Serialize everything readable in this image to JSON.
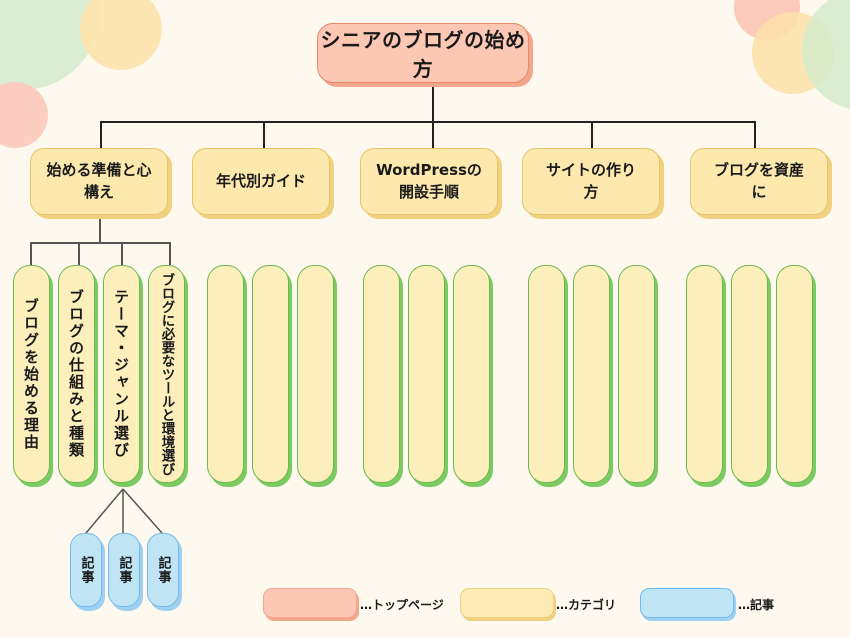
{
  "colors": {
    "background": "#fef9ef",
    "top_page": "#fcc7b3",
    "category": "#fde9ae",
    "article_group": "#fdefbb",
    "article": "#bfe5f4",
    "pill_border": "#6cb84f"
  },
  "top": {
    "label": "シニアのブログの始め方"
  },
  "categories": [
    {
      "label": "始める準備と心構え"
    },
    {
      "label": "年代別ガイド"
    },
    {
      "label": "WordPressの開設手順"
    },
    {
      "label": "サイトの作り方"
    },
    {
      "label": "ブログを資産に"
    }
  ],
  "subtopics": [
    {
      "label": "ブログを始める理由"
    },
    {
      "label": "ブログの仕組みと種類"
    },
    {
      "label": "テーマ・ジャンル選び"
    },
    {
      "label": "ブログに必要なツールと環境選び"
    }
  ],
  "articles": [
    {
      "label": "記事"
    },
    {
      "label": "記事"
    },
    {
      "label": "記事"
    }
  ],
  "legend": [
    {
      "label": "…トップページ"
    },
    {
      "label": "…カテゴリ"
    },
    {
      "label": "…記事"
    }
  ]
}
